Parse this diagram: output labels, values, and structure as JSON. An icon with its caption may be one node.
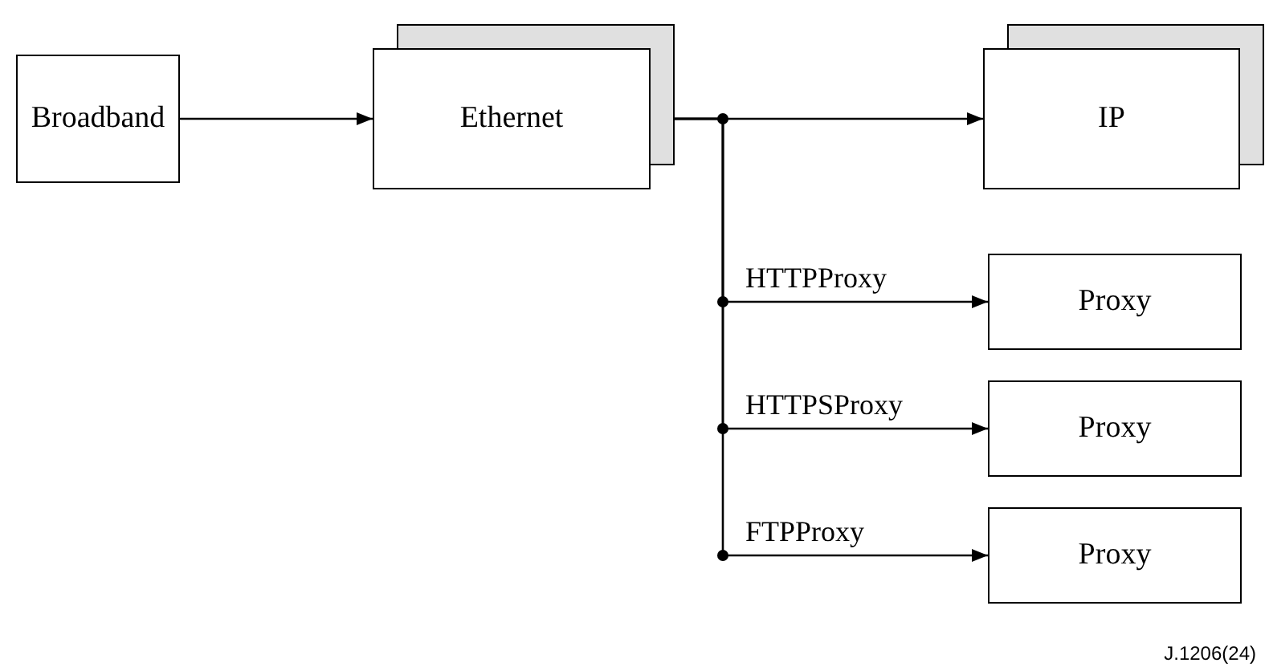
{
  "diagram": {
    "nodes": [
      {
        "text": [
          "Broadband"
        ]
      },
      {
        "text": [
          "Ethernet"
        ]
      },
      {
        "text": [
          "IP"
        ]
      },
      {
        "text": [
          "Proxy"
        ]
      },
      {
        "text": [
          "Proxy"
        ]
      },
      {
        "text": [
          "Proxy"
        ]
      }
    ],
    "edges": [
      {
        "from": 0,
        "to": 1,
        "arrow": "to"
      },
      {
        "from": 1,
        "to": 2,
        "arrow": "to"
      },
      {
        "from": 1,
        "to": 3,
        "arrow": "to",
        "label": "HTTPProxy"
      },
      {
        "from": 1,
        "to": 4,
        "arrow": "to",
        "label": "HTTPSProxy"
      },
      {
        "from": 1,
        "to": 5,
        "arrow": "to",
        "label": "FTPProxy"
      }
    ],
    "labels": [
      "J.1206(24)"
    ]
  }
}
